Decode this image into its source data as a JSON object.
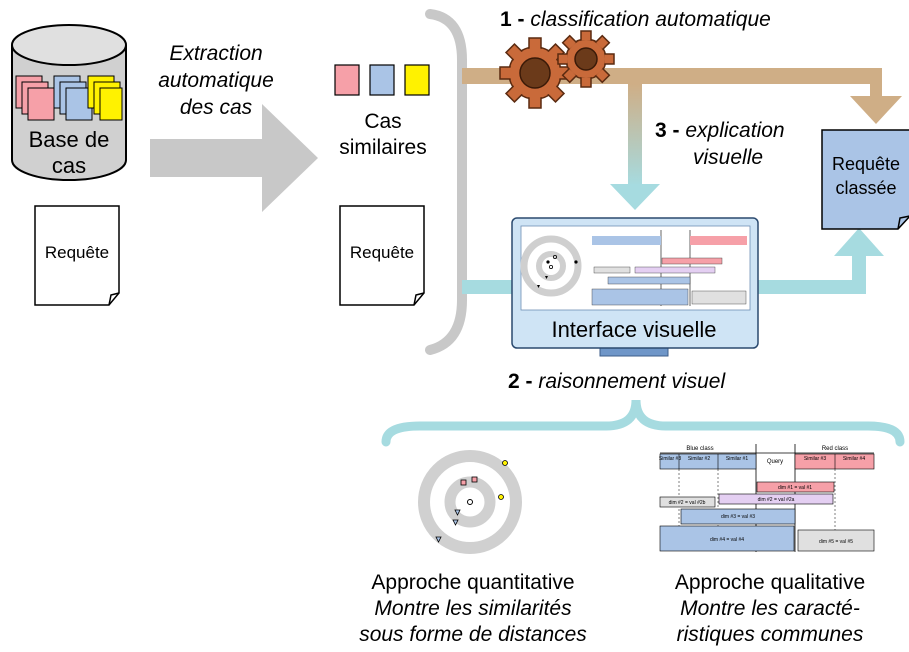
{
  "database": {
    "label_line1": "Base de",
    "label_line2": "cas"
  },
  "extraction": {
    "line1": "Extraction",
    "line2": "automatique",
    "line3": "des cas"
  },
  "similar_cases": {
    "line1": "Cas",
    "line2": "similaires"
  },
  "query_doc": "Requête",
  "step1": {
    "number": "1 -",
    "text": "classification automatique"
  },
  "step2": {
    "number": "2 -",
    "text": "raisonnement visuel"
  },
  "step3": {
    "number": "3 -",
    "line1": "explication",
    "line2": "visuelle"
  },
  "classified_query": {
    "line1": "Requête",
    "line2": "classée"
  },
  "interface": {
    "label": "Interface visuelle"
  },
  "quantitative": {
    "title": "Approche quantitative",
    "line1": "Montre les similarités",
    "line2": "sous forme de distances"
  },
  "qualitative": {
    "title": "Approche qualitative",
    "line1": "Montre les caracté-",
    "line2": "ristiques communes"
  },
  "table_viz": {
    "blue_class": "Blue class",
    "red_class": "Red class",
    "query": "Query",
    "cols": [
      "Similar #3",
      "Similar #2",
      "Similar #1",
      "Query",
      "Similar #3",
      "Similar #4"
    ],
    "bars": [
      "dim #1 = val #1",
      "dim #2 = val #2a",
      "dim #2 = val #2b",
      "dim #3 = val #3",
      "dim #4 = val #4",
      "dim #5 = val #5"
    ]
  },
  "colors": {
    "red_card": "#f6a0a8",
    "blue_card": "#aac4e6",
    "yellow_card": "#fff200",
    "gear": "#c96a3a",
    "brown_arrow": "#cfae86",
    "teal_arrow": "#a6dbe0",
    "grey_arrow": "#c8c8c8",
    "monitor_screen": "#cfe4f5"
  }
}
